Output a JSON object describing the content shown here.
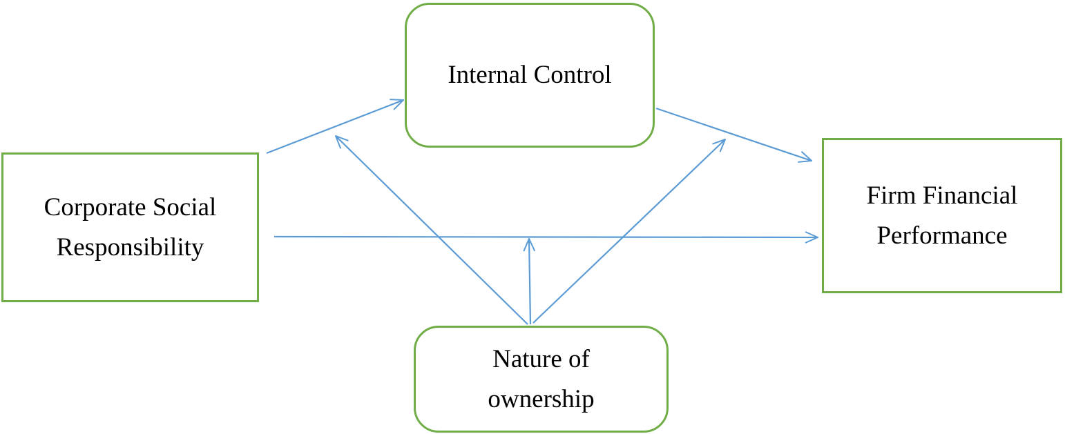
{
  "nodes": {
    "csr": {
      "line1": "Corporate Social",
      "line2": "Responsibility"
    },
    "internal_control": {
      "line1": "Internal Control"
    },
    "ffp": {
      "line1": "Firm Financial",
      "line2": "Performance"
    },
    "ownership": {
      "line1": "Nature of",
      "line2": "ownership"
    }
  },
  "colors": {
    "box_border": "#70ad47",
    "arrow": "#5b9bd5",
    "text": "#000000"
  }
}
